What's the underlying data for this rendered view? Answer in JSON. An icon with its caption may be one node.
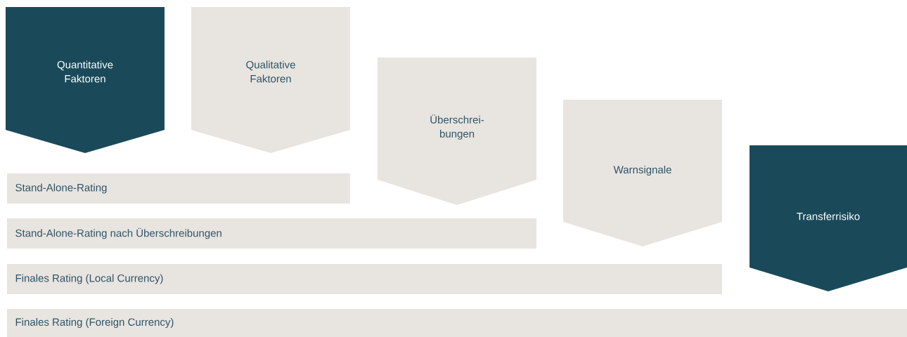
{
  "diagram": {
    "nodes": [
      {
        "text": [
          "Quantitative Faktoren"
        ]
      },
      {
        "text": [
          "Qualitative Faktoren"
        ]
      },
      {
        "text": [
          "Überschrei-bungen"
        ]
      },
      {
        "text": [
          "Warnsignale"
        ]
      },
      {
        "text": [
          "Transferrisiko"
        ]
      },
      {
        "text": [
          "Stand-Alone-Rating"
        ]
      },
      {
        "text": [
          "Stand-Alone-Rating nach Überschreibungen"
        ]
      },
      {
        "text": [
          "Finales Rating (Local Currency)"
        ]
      },
      {
        "text": [
          "Finales Rating (Foreign Currency)"
        ]
      }
    ]
  }
}
